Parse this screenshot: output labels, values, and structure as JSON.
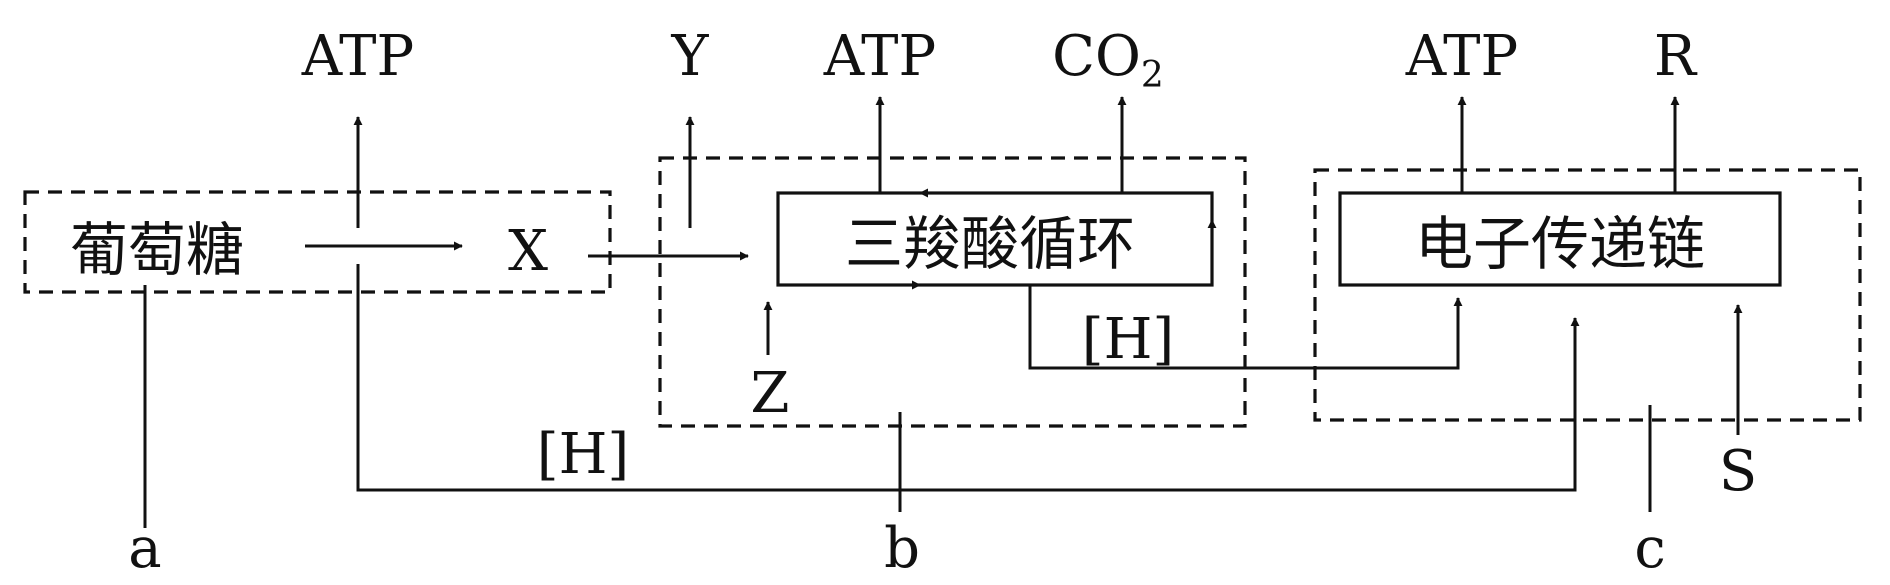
{
  "labels": {
    "atp": "ATP",
    "y": "Y",
    "co": "CO",
    "co_sub": "2",
    "r": "R",
    "glucose": "葡萄糖",
    "x": "X",
    "tca": "三羧酸循环",
    "etc": "电子传递链",
    "h": "[H]",
    "z": "Z",
    "s": "S",
    "a": "a",
    "b": "b",
    "c": "c"
  }
}
